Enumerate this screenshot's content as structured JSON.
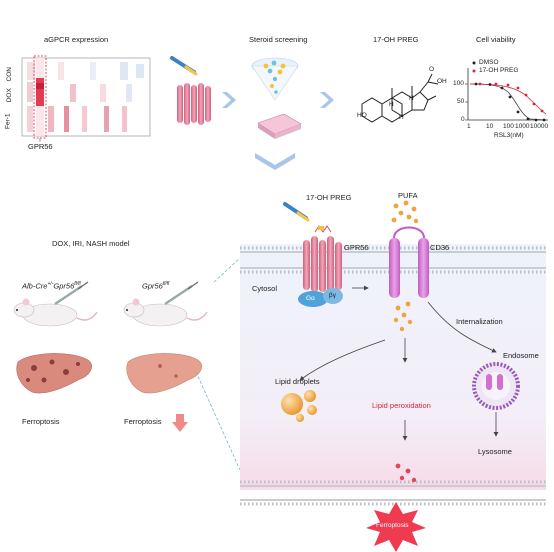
{
  "panel_titles": {
    "gpcr_expression": "aGPCR expression",
    "steroid_screening": "Steroid screening",
    "compound": "17-OH PREG",
    "cell_viability": "Cell viability"
  },
  "heatmap": {
    "row_labels": [
      "CON",
      "DOX",
      "Fer-1"
    ],
    "highlight_label": "GPR56"
  },
  "viability": {
    "legend": [
      "DMSO",
      "17-OH PREG"
    ],
    "y_ticks": [
      "100",
      "50",
      "0"
    ],
    "x_ticks": [
      "1",
      "10",
      "100",
      "1000",
      "10000"
    ],
    "xlabel": "RSL3(nM)"
  },
  "molecule": {
    "ho_label": "HO",
    "oh_label": "OH",
    "o_label": "O",
    "h_label": "H"
  },
  "model": {
    "title": "DOX, IRI, NASH model",
    "mouse_left_prefix": "Alb-Cre",
    "mouse_left_sup1": "+/-",
    "mouse_left_mid": "Gpr56",
    "mouse_left_sup2": "fl/fl",
    "mouse_right_prefix": "Gpr56",
    "mouse_right_sup": "fl/fl",
    "ferroptosis_left": "Ferroptosis",
    "ferroptosis_right": "Ferroptosis"
  },
  "mechanism": {
    "ligand": "17-OH PREG",
    "receptor": "GPR56",
    "pufa": "PUFA",
    "cd36": "CD36",
    "cytosol": "Cytosol",
    "galpha": "Gα",
    "gbetagamma": "βγ",
    "internalization": "Internalization",
    "endosome": "Endosome",
    "lipid_droplets": "Lipid droplets",
    "lipid_peroxidation": "Lipid peroxidation",
    "lysosome": "Lysosome",
    "ferroptosis": "Ferroptosis"
  },
  "colors": {
    "accent_red": "#d7263d",
    "arrow_blue": "#a9c6ea",
    "receptor_pink": "#e07a95",
    "cd36_magenta": "#d36fd0",
    "pufa_orange": "#f2a33a"
  }
}
